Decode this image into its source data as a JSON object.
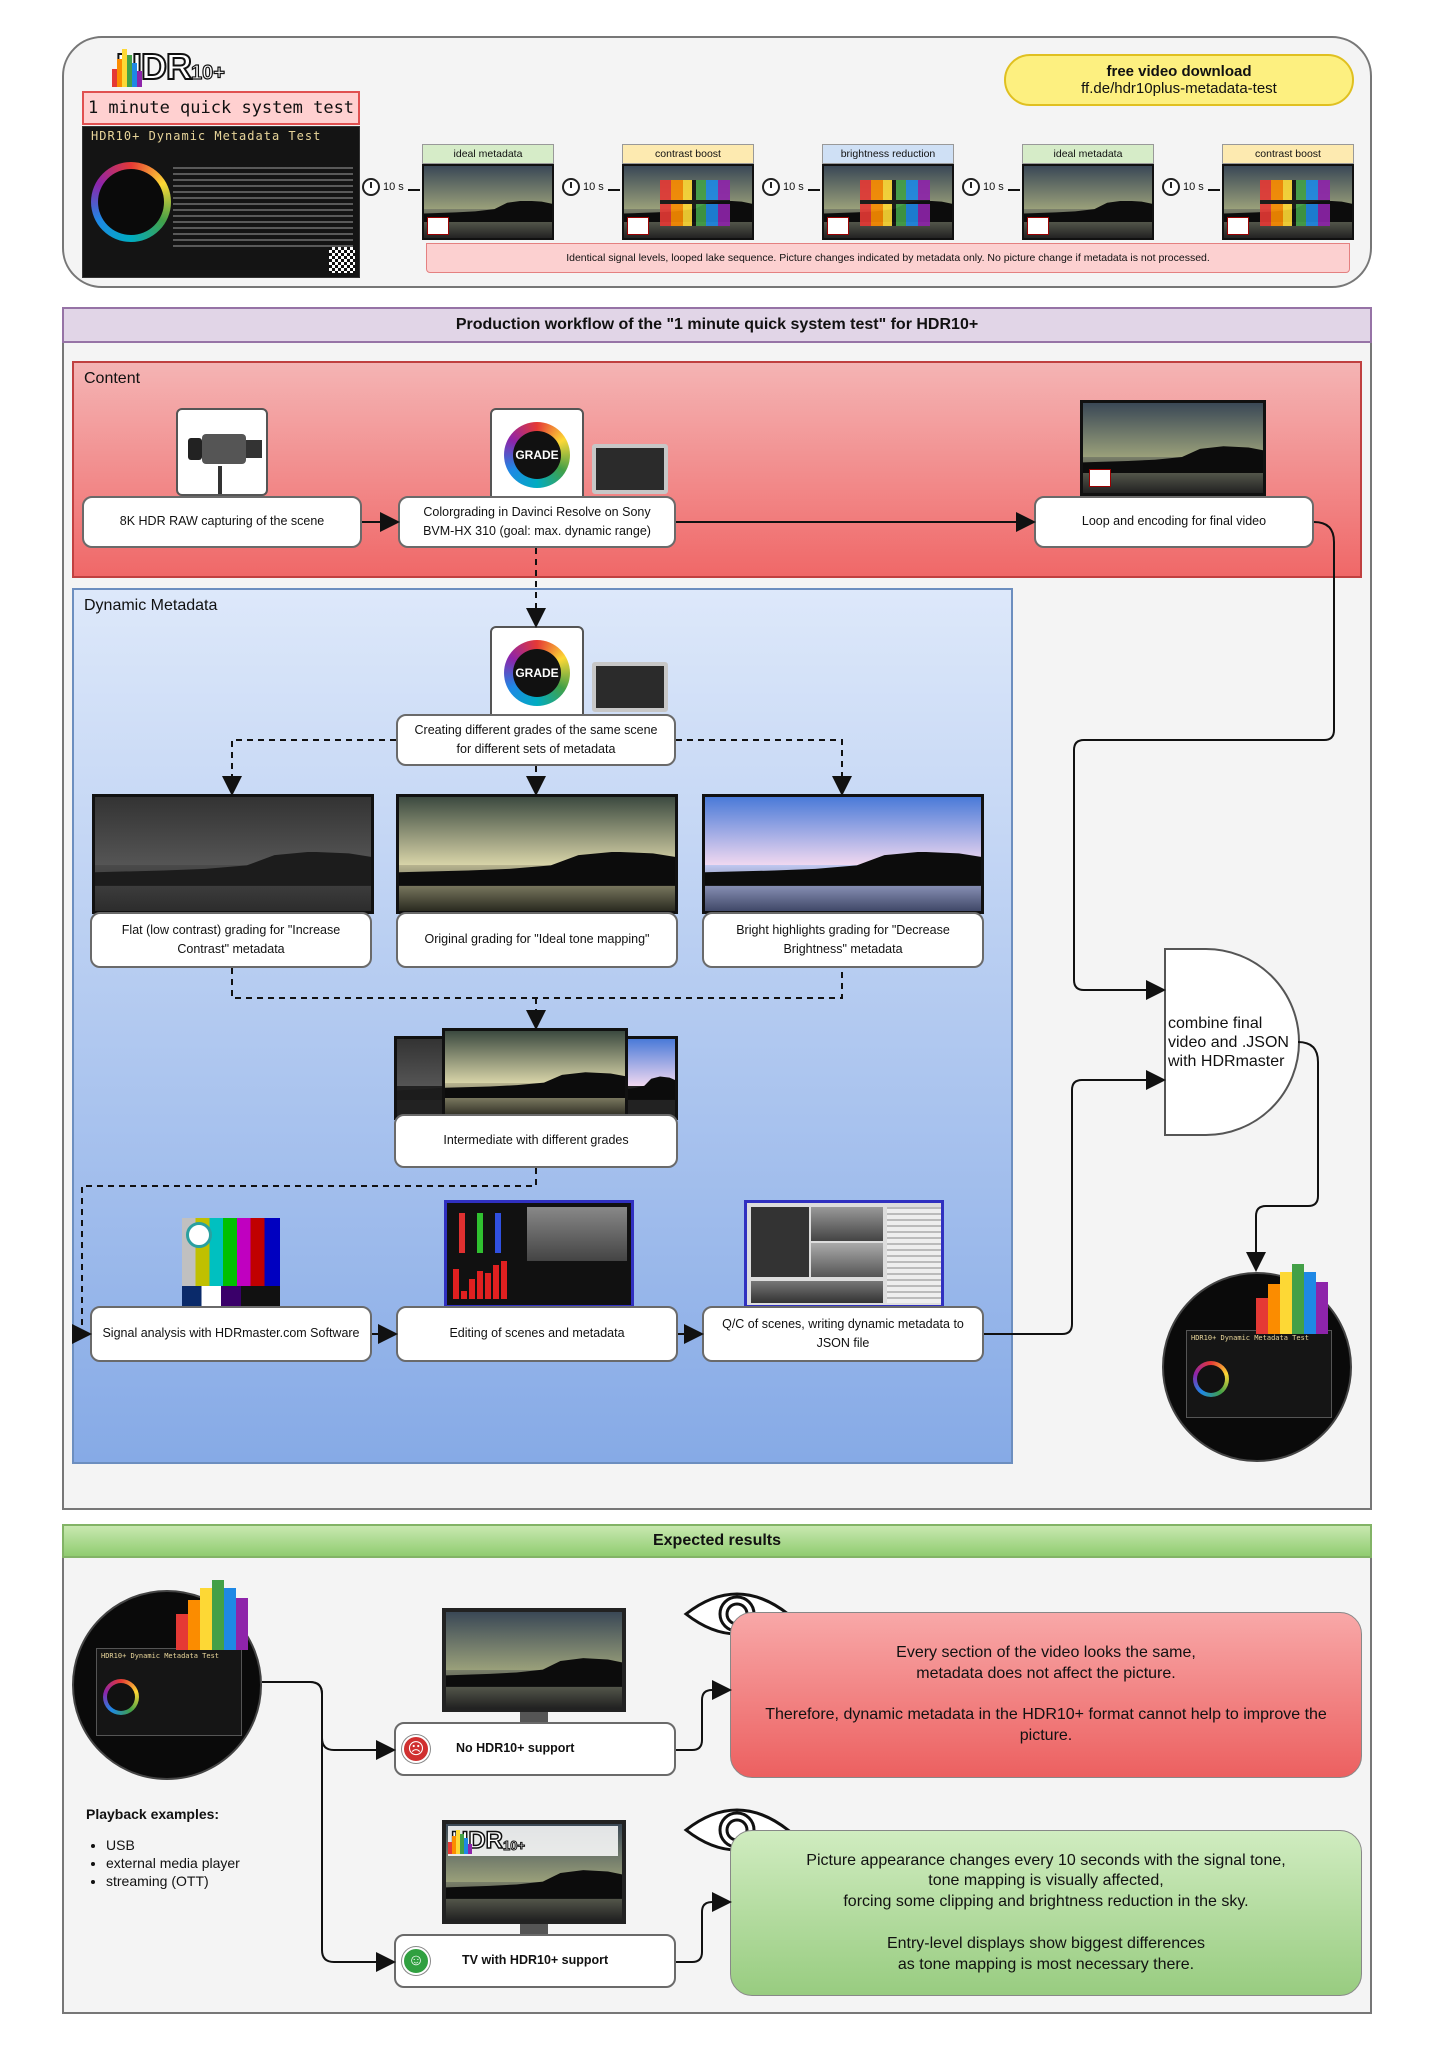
{
  "top": {
    "test_label": "1 minute quick system test",
    "cover_title": "HDR10+ Dynamic Metadata Test",
    "cloud_line1": "free video download",
    "cloud_line2": "ff.de/hdr10plus-metadata-test",
    "logo_text": "HDR",
    "logo_sup": "10+",
    "segments": [
      {
        "label": "ideal metadata",
        "color": "#d6ecc8"
      },
      {
        "label": "contrast boost",
        "color": "#fdeab0"
      },
      {
        "label": "brightness reduction",
        "color": "#cfe0f5"
      },
      {
        "label": "ideal metadata",
        "color": "#d6ecc8"
      },
      {
        "label": "contrast boost",
        "color": "#fdeab0"
      }
    ],
    "timer_label": "10 s",
    "loop_caption": "Identical signal levels, looped lake sequence. Picture changes indicated by metadata only. No picture change if metadata is not processed."
  },
  "workflow": {
    "title": "Production workflow of the \"1 minute quick system test\" for HDR10+",
    "content_label": "Content",
    "dynamic_label": "Dynamic Metadata",
    "grade_label": "GRADE",
    "nodes": {
      "capture": "8K HDR RAW capturing of the scene",
      "colorgrade": "Colorgrading in Davinci Resolve on Sony BVM-HX 310 (goal: max. dynamic range)",
      "loop_encode": "Loop and encoding for final video",
      "create_grades": "Creating different grades of the same scene for different sets of metadata",
      "flat": "Flat (low contrast) grading for \"Increase Contrast\" metadata",
      "original": "Original grading for \"Ideal tone mapping\"",
      "bright": "Bright highlights grading for \"Decrease Brightness\" metadata",
      "intermediate": "Intermediate with different grades",
      "signal": "Signal analysis with HDRmaster.com Software",
      "editing": "Editing of scenes and metadata",
      "qc": "Q/C of scenes, writing dynamic metadata to JSON file",
      "combine": "combine final video and .JSON with HDRmaster"
    }
  },
  "results": {
    "title": "Expected results",
    "playback_heading": "Playback examples:",
    "playback_items": [
      "USB",
      "external media player",
      "streaming (OTT)"
    ],
    "no_support_label": "No HDR10+ support",
    "with_support_label": "TV with HDR10+ support",
    "no_support_text": "Every section of the video looks the same,\nmetadata does not affect the picture.\n\nTherefore, dynamic metadata in the HDR10+ format cannot help to improve the picture.",
    "with_support_text": "Picture appearance changes every 10 seconds with the signal tone,\ntone mapping is visually affected,\nforcing some clipping and brightness reduction in the sky.\n\nEntry-level displays show biggest differences\nas tone mapping is most necessary there.",
    "sad_icon": "sad-face-icon",
    "happy_icon": "happy-face-icon"
  },
  "colors": {
    "content_bg": "#f08080",
    "dynamic_bg": "#8fb3e8",
    "workflow_header": "#e1d5e7",
    "results_header": "#a8d888",
    "red_result": "#f07070",
    "green_result": "#a8d890"
  }
}
